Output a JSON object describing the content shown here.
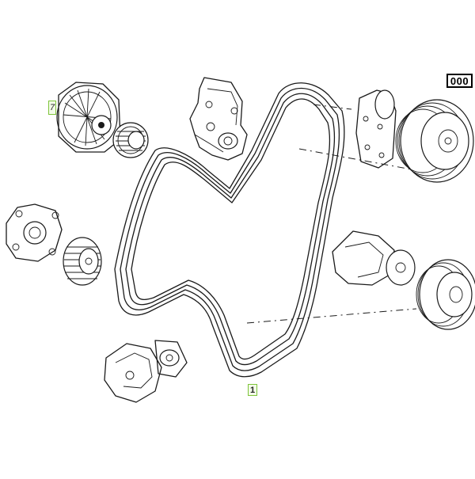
{
  "diagram": {
    "code_label": "000",
    "callouts": {
      "alternator": "7",
      "belt": "1"
    }
  }
}
